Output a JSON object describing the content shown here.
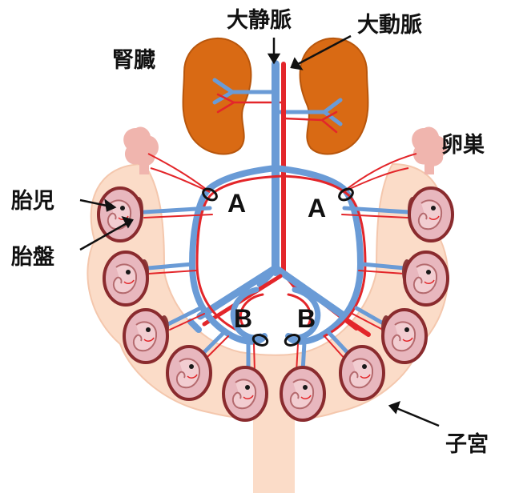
{
  "labels": {
    "vena_cava": "大静脈",
    "aorta": "大動脈",
    "kidney": "腎臓",
    "ovary": "卵巣",
    "fetus": "胎児",
    "placenta": "胎盤",
    "uterus": "子宮",
    "ligation_a_left": "A",
    "ligation_a_right": "A",
    "ligation_b_left": "B",
    "ligation_b_right": "B"
  },
  "colors": {
    "vein": "#6a9bd6",
    "artery": "#e3262a",
    "kidney": "#d96a14",
    "uterus": "#fbdcc8",
    "fetal_sac": "#e8b7be",
    "fetal_sac_border": "#8a2b2e",
    "placenta": "#8b3a3a",
    "ovary": "#f0b5ae"
  }
}
